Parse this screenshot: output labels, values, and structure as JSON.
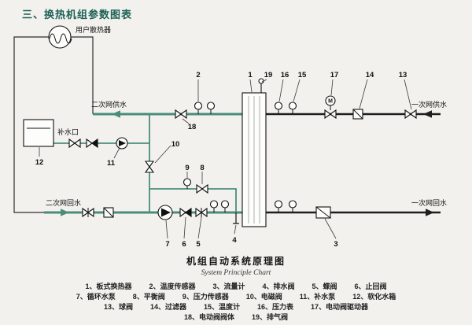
{
  "title": "三、换热机组参数图表",
  "diagram": {
    "labels": {
      "radiator": "用户散热器",
      "makeup": "补水口",
      "sec_supply": "二次网供水",
      "sec_return": "二次网回水",
      "pri_supply": "一次网供水",
      "pri_return": "一次网回水",
      "motor": "M"
    },
    "callouts": {
      "n1": "1",
      "n2": "2",
      "n3": "3",
      "n4": "4",
      "n5": "5",
      "n6": "6",
      "n7": "7",
      "n8": "8",
      "n9": "9",
      "n10": "10",
      "n11": "11",
      "n12": "12",
      "n13": "13",
      "n14": "14",
      "n15": "15",
      "n16": "16",
      "n17": "17",
      "n18": "18",
      "n19": "19"
    }
  },
  "footer": {
    "title_cn": "机组自动系统原理图",
    "title_en": "System Principle Chart",
    "legend": {
      "rows": [
        {
          "items": [
            "1、板式换热器",
            "2、温度传感器",
            "3、流量计",
            "4、排水阀",
            "5、蝶阀",
            "6、止回阀"
          ]
        },
        {
          "items": [
            "7、循环水泵",
            "8、平衡阀",
            "9、压力传感器",
            "10、电磁阀",
            "11、补水泵",
            "12、软化水箱"
          ]
        },
        {
          "items": [
            "13、球阀",
            "14、过滤器",
            "15、温度计",
            "16、压力表",
            "17、电动阀驱动器"
          ]
        },
        {
          "items": [
            "18、电动阀阀体",
            "19、排气阀"
          ]
        }
      ]
    }
  }
}
